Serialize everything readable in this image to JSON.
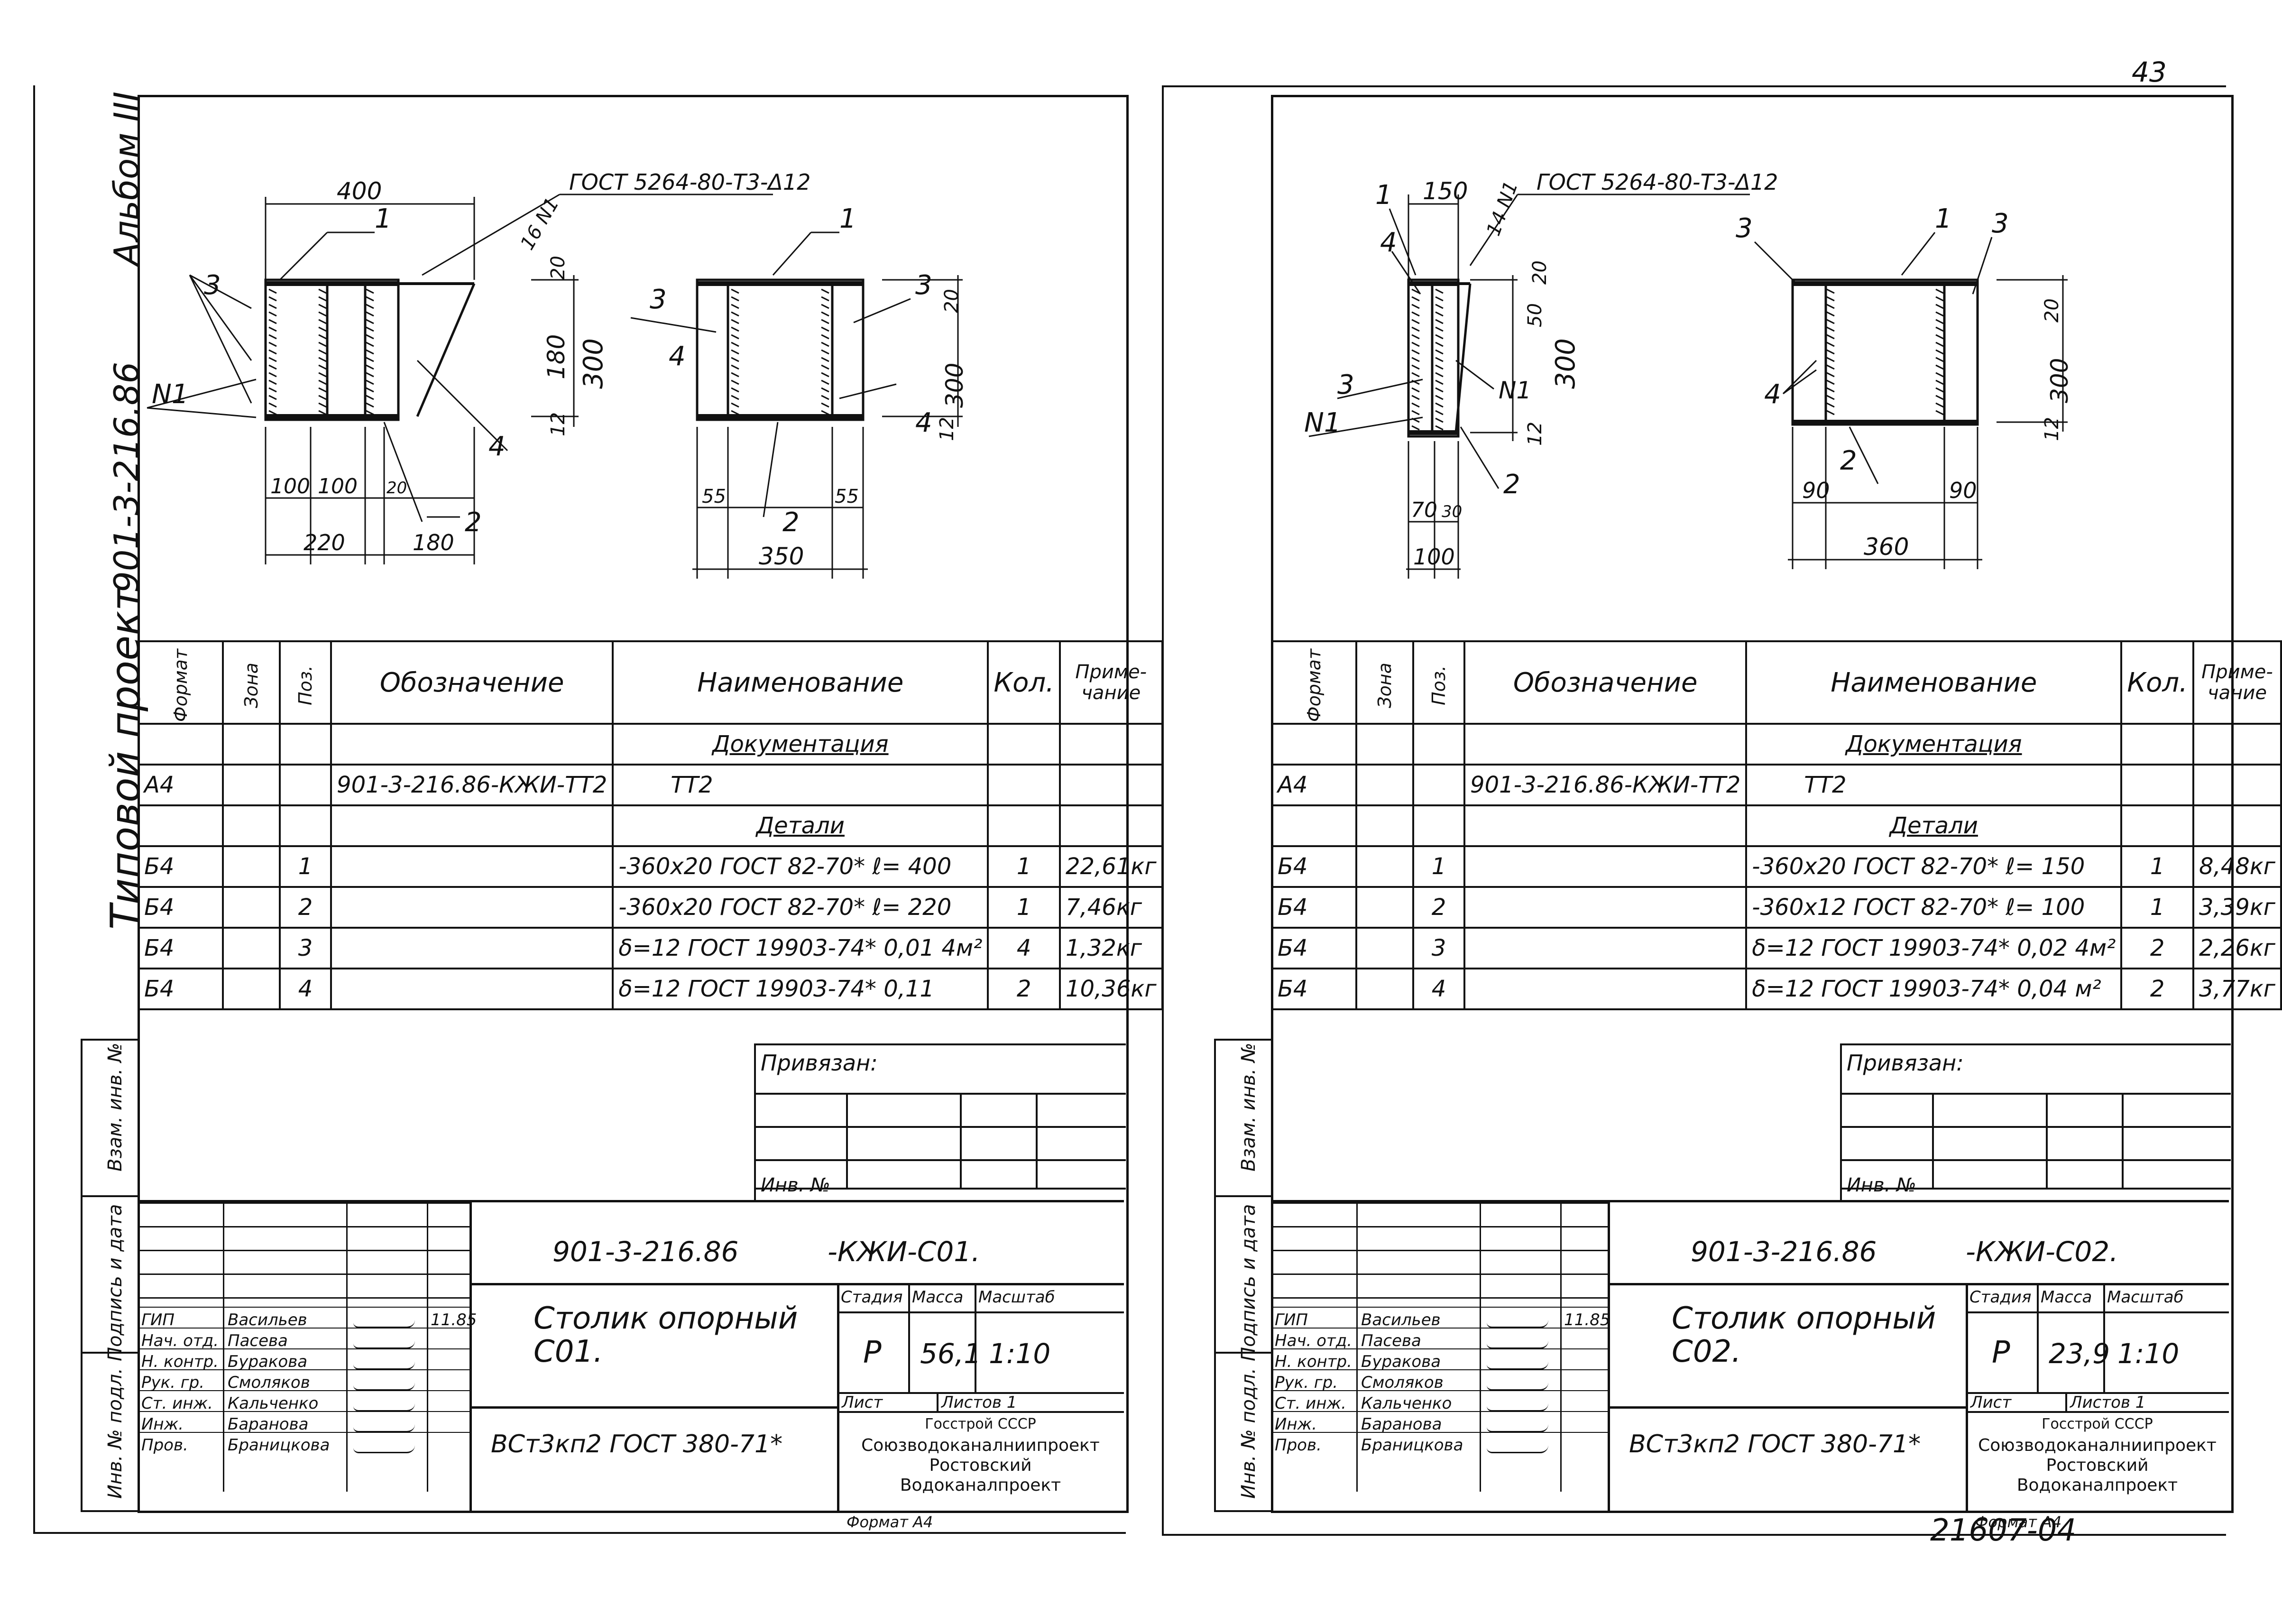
{
  "page_number": "43",
  "stamp": "21607-04",
  "margin": {
    "album": "Альбом III",
    "project_code": "901-3-216.86",
    "project_type": "Типовой проект",
    "strip_labels": [
      "Инв. № подл.",
      "Подпись и дата",
      "Взам. инв. №"
    ]
  },
  "spec_headers": {
    "format": "Формат",
    "zone": "Зона",
    "pos": "Поз.",
    "designation": "Обозначение",
    "name": "Наименование",
    "qty": "Кол.",
    "note": "Приме-чание"
  },
  "sheets": [
    {
      "drawing": {
        "weld_note": "ГОСТ 5264-80-Т3-Δ12",
        "dims_top": [
          "400",
          "16 N1",
          "20",
          "300",
          "180",
          "12"
        ],
        "dims_bottom": [
          "100",
          "100",
          "20",
          "220",
          "180"
        ],
        "dims_right_view": [
          "55",
          "55",
          "350",
          "20",
          "300",
          "12"
        ],
        "callouts": [
          "1",
          "2",
          "3",
          "4",
          "N1",
          "3",
          "1",
          "3",
          "4",
          "4",
          "2"
        ]
      },
      "rows": [
        {
          "format": "",
          "zone": "",
          "pos": "",
          "designation": "",
          "name": "Документация",
          "qty": "",
          "note": ""
        },
        {
          "format": "А4",
          "zone": "",
          "pos": "",
          "designation": "901-3-216.86-КЖИ-ТТ2",
          "name": "ТТ2",
          "qty": "",
          "note": ""
        },
        {
          "format": "",
          "zone": "",
          "pos": "",
          "designation": "",
          "name": "Детали",
          "qty": "",
          "note": ""
        },
        {
          "format": "Б4",
          "zone": "",
          "pos": "1",
          "designation": "",
          "name": "-360х20 ГОСТ 82-70* ℓ= 400",
          "qty": "1",
          "note": "22,61кг"
        },
        {
          "format": "Б4",
          "zone": "",
          "pos": "2",
          "designation": "",
          "name": "-360х20 ГОСТ 82-70* ℓ= 220",
          "qty": "1",
          "note": "7,46кг"
        },
        {
          "format": "Б4",
          "zone": "",
          "pos": "3",
          "designation": "",
          "name": "δ=12 ГОСТ 19903-74* 0,01 4м²",
          "qty": "4",
          "note": "1,32кг"
        },
        {
          "format": "Б4",
          "zone": "",
          "pos": "4",
          "designation": "",
          "name": "δ=12 ГОСТ 19903-74* 0,11",
          "qty": "2",
          "note": "10,36кг"
        }
      ],
      "privyazan": "Привязан:",
      "inv": "Инв. №",
      "doc_code_left": "901-3-216.86",
      "doc_code_right": "-КЖИ-С01.",
      "title": "Столик опорный С01.",
      "material": "ВСт3кп2 ГОСТ 380-71*",
      "stage_labels": {
        "stage": "Стадия",
        "mass": "Масса",
        "scale": "Масштаб"
      },
      "stage": "Р",
      "mass": "56,1",
      "scale": "1:10",
      "sheet_label": "Лист",
      "sheets_label": "Листов 1",
      "org": [
        "Госстрой СССР",
        "Союзводоканалниипроект",
        "Ростовский",
        "Водоканалпроект"
      ],
      "format": "Формат А4",
      "signatures": [
        {
          "role": "ГИП",
          "name": "Васильев",
          "date": "11.85"
        },
        {
          "role": "Нач. отд.",
          "name": "Пасева",
          "date": ""
        },
        {
          "role": "Н. контр.",
          "name": "Буракова",
          "date": ""
        },
        {
          "role": "Рук. гр.",
          "name": "Смоляков",
          "date": ""
        },
        {
          "role": "Ст. инж.",
          "name": "Кальченко",
          "date": ""
        },
        {
          "role": "Инж.",
          "name": "Баранова",
          "date": ""
        },
        {
          "role": "Пров.",
          "name": "Браницкова",
          "date": ""
        }
      ]
    },
    {
      "drawing": {
        "weld_note": "ГОСТ 5264-80-Т3-Δ12",
        "dims_top": [
          "150",
          "14 N1",
          "20",
          "50",
          "300",
          "12"
        ],
        "dims_bottom": [
          "70",
          "30",
          "100"
        ],
        "dims_right_view": [
          "90",
          "90",
          "360",
          "20",
          "300",
          "12"
        ],
        "callouts": [
          "1",
          "4",
          "3",
          "N1",
          "N1",
          "2",
          "3",
          "1",
          "3",
          "4",
          "2"
        ]
      },
      "rows": [
        {
          "format": "",
          "zone": "",
          "pos": "",
          "designation": "",
          "name": "Документация",
          "qty": "",
          "note": ""
        },
        {
          "format": "А4",
          "zone": "",
          "pos": "",
          "designation": "901-3-216.86-КЖИ-ТТ2",
          "name": "ТТ2",
          "qty": "",
          "note": ""
        },
        {
          "format": "",
          "zone": "",
          "pos": "",
          "designation": "",
          "name": "Детали",
          "qty": "",
          "note": ""
        },
        {
          "format": "Б4",
          "zone": "",
          "pos": "1",
          "designation": "",
          "name": "-360х20 ГОСТ 82-70* ℓ= 150",
          "qty": "1",
          "note": "8,48кг"
        },
        {
          "format": "Б4",
          "zone": "",
          "pos": "2",
          "designation": "",
          "name": "-360х12 ГОСТ 82-70* ℓ= 100",
          "qty": "1",
          "note": "3,39кг"
        },
        {
          "format": "Б4",
          "zone": "",
          "pos": "3",
          "designation": "",
          "name": "δ=12 ГОСТ 19903-74* 0,02 4м²",
          "qty": "2",
          "note": "2,26кг"
        },
        {
          "format": "Б4",
          "zone": "",
          "pos": "4",
          "designation": "",
          "name": "δ=12 ГОСТ 19903-74* 0,04 м²",
          "qty": "2",
          "note": "3,77кг"
        }
      ],
      "privyazan": "Привязан:",
      "inv": "Инв. №",
      "doc_code_left": "901-3-216.86",
      "doc_code_right": "-КЖИ-С02.",
      "title": "Столик опорный С02.",
      "material": "ВСт3кп2 ГОСТ 380-71*",
      "stage_labels": {
        "stage": "Стадия",
        "mass": "Масса",
        "scale": "Масштаб"
      },
      "stage": "Р",
      "mass": "23,9",
      "scale": "1:10",
      "sheet_label": "Лист",
      "sheets_label": "Листов 1",
      "org": [
        "Госстрой СССР",
        "Союзводоканалниипроект",
        "Ростовский",
        "Водоканалпроект"
      ],
      "format": "Формат А4",
      "signatures": [
        {
          "role": "ГИП",
          "name": "Васильев",
          "date": "11.85"
        },
        {
          "role": "Нач. отд.",
          "name": "Пасева",
          "date": ""
        },
        {
          "role": "Н. контр.",
          "name": "Буракова",
          "date": ""
        },
        {
          "role": "Рук. гр.",
          "name": "Смоляков",
          "date": ""
        },
        {
          "role": "Ст. инж.",
          "name": "Кальченко",
          "date": ""
        },
        {
          "role": "Инж.",
          "name": "Баранова",
          "date": ""
        },
        {
          "role": "Пров.",
          "name": "Браницкова",
          "date": ""
        }
      ]
    }
  ]
}
